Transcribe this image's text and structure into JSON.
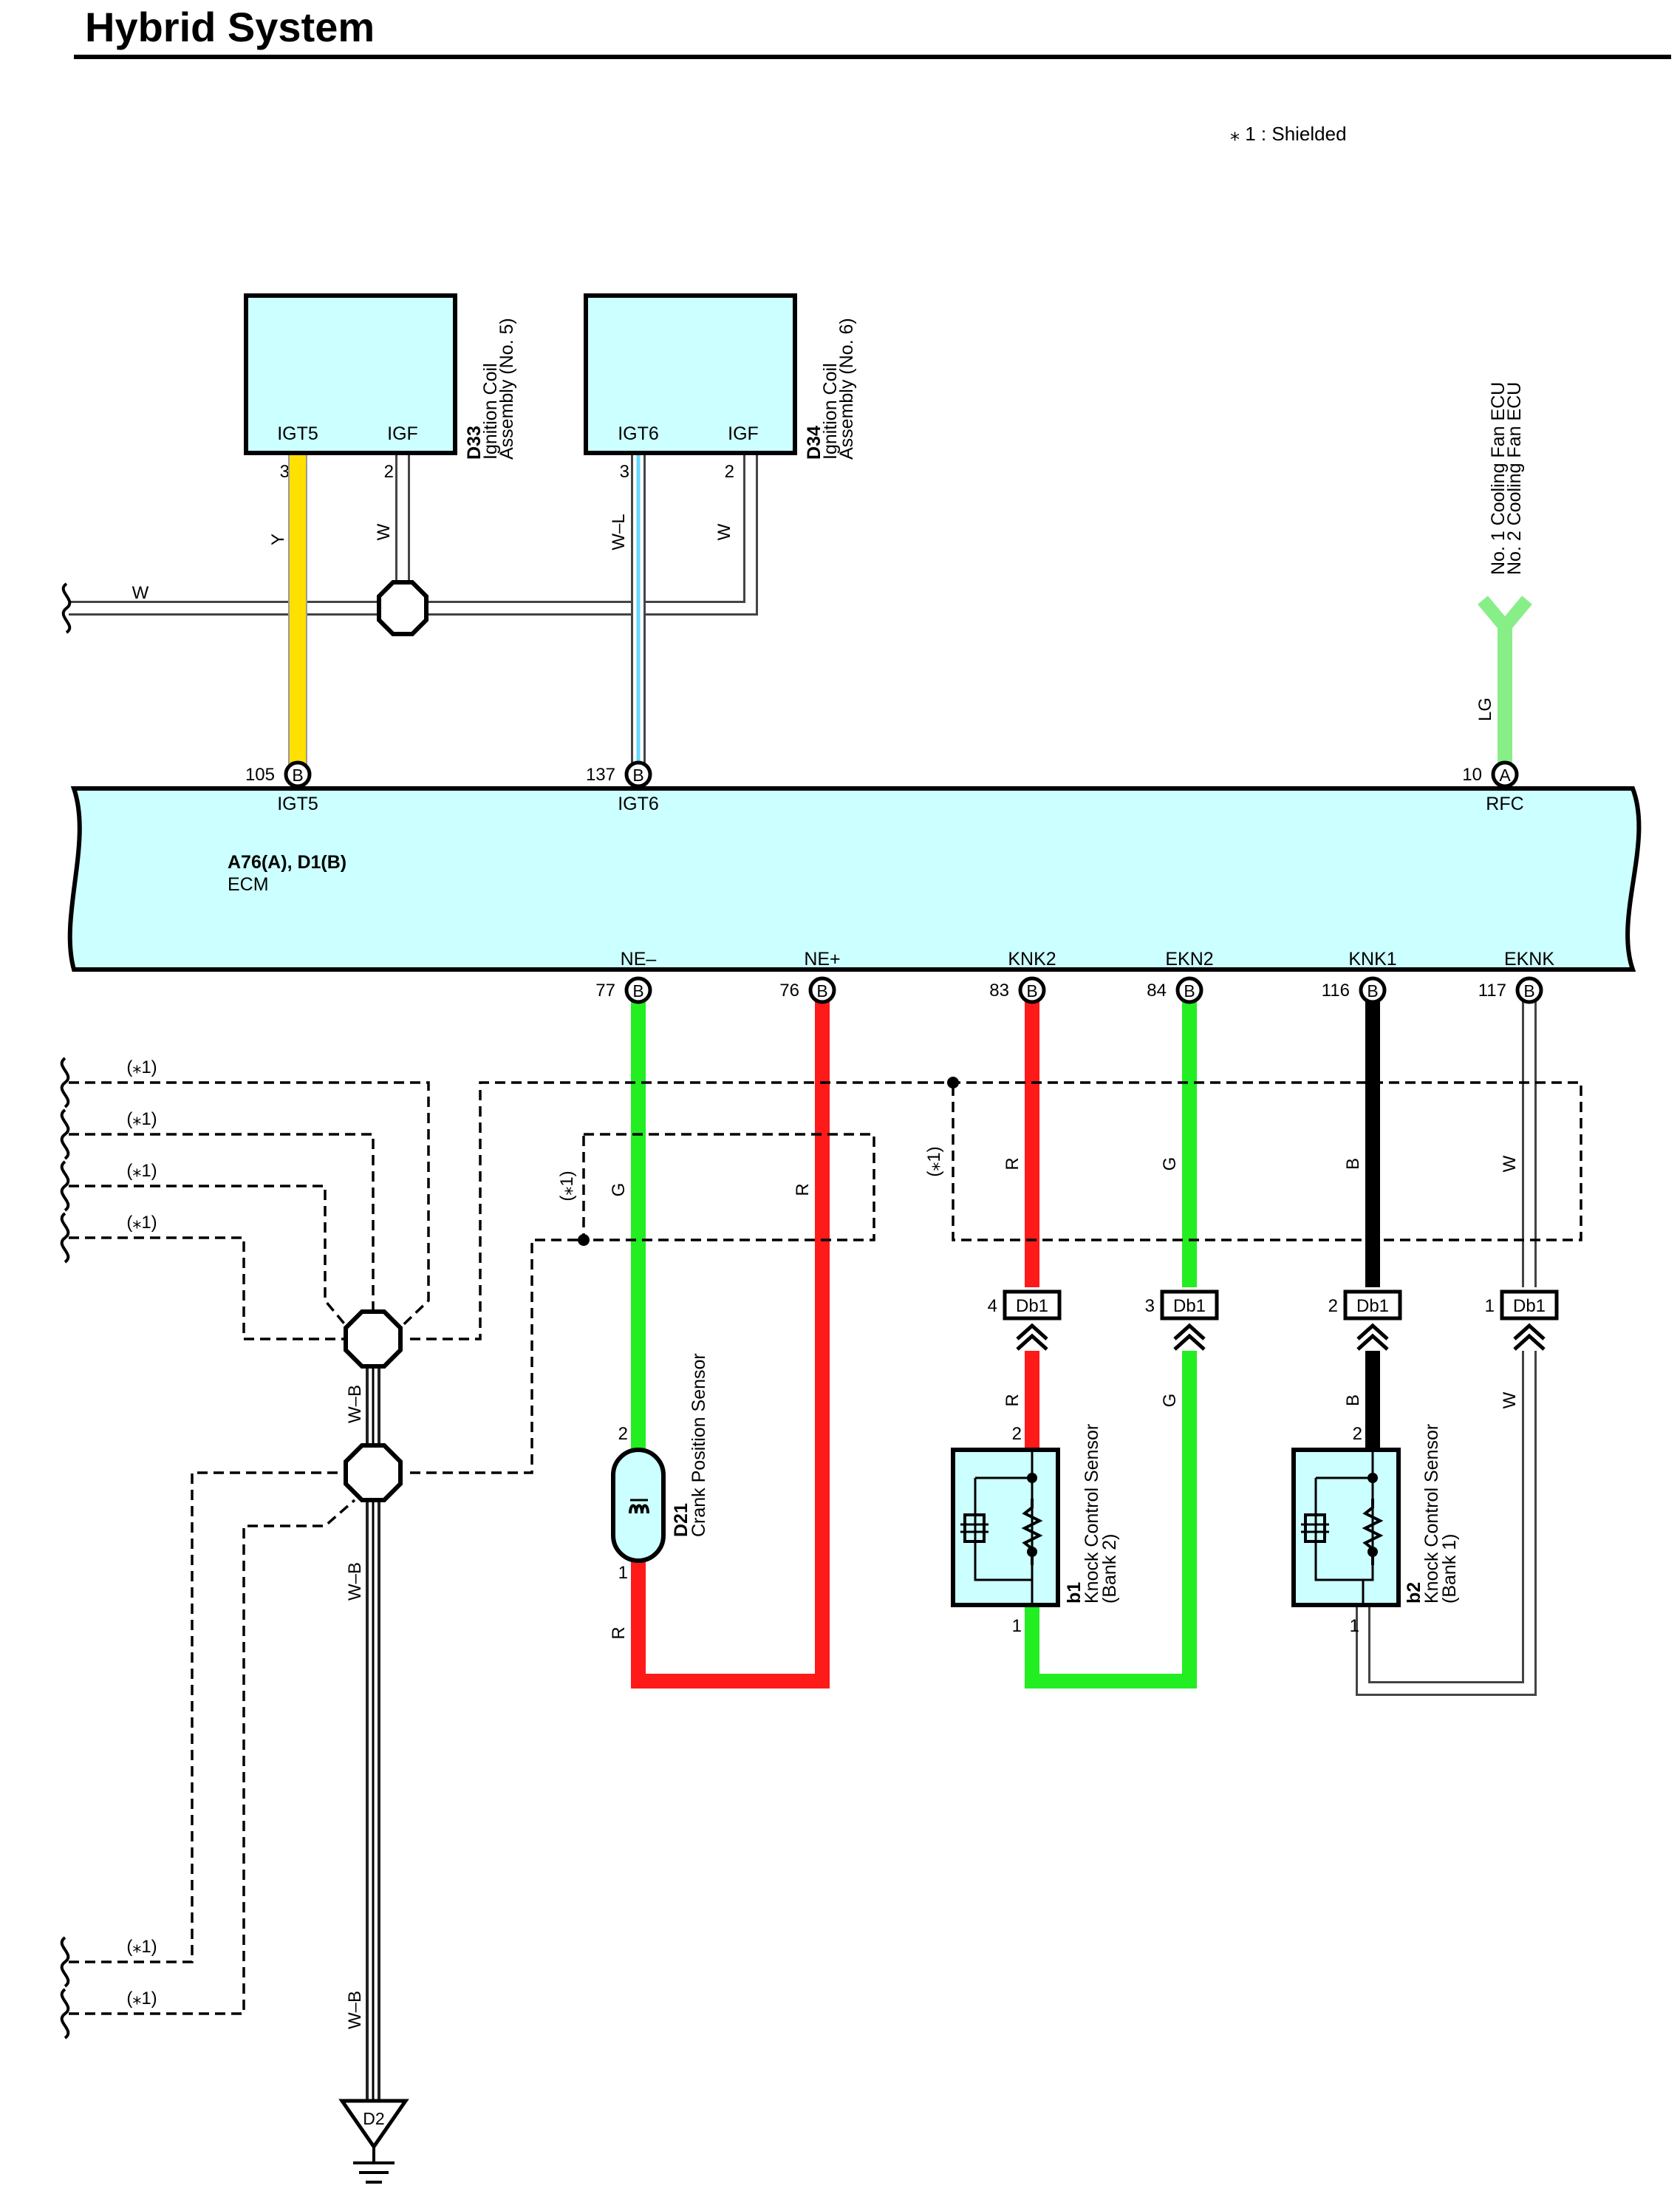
{
  "page": {
    "title": "Hybrid System",
    "note": "⁎ 1 : Shielded"
  },
  "colors": {
    "box_fill": "#ccffff",
    "Y": "#ffe000",
    "W": "#ffffff",
    "W_L": "#66d9ff",
    "LG": "#88ee88",
    "G": "#22ee22",
    "R": "#ff1a1a",
    "B": "#000000"
  },
  "ecm": {
    "connectors": "A76(A), D1(B)",
    "name": "ECM"
  },
  "coil5": {
    "code": "D33",
    "line1": "Ignition Coil",
    "line2": "Assembly (No.  5)",
    "pin1_name": "IGT5",
    "pin2_name": "IGF",
    "pin1_no": "3",
    "pin2_no": "2"
  },
  "coil6": {
    "code": "D34",
    "line1": "Ignition Coil",
    "line2": "Assembly (No.  6)",
    "pin1_name": "IGT6",
    "pin2_name": "IGF",
    "pin1_no": "3",
    "pin2_no": "2"
  },
  "fan": {
    "line1": "No.  1 Cooling Fan ECU",
    "line2": "No.  2 Cooling Fan ECU"
  },
  "wires": {
    "coil5_igt": "Y",
    "coil5_igf": "W",
    "coil6_igt": "W–L",
    "coil6_igf": "W",
    "igf_bus": "W",
    "fan": "LG",
    "ne_minus": "G",
    "ne_plus": "R",
    "knk2": "R",
    "ekn2": "G",
    "knk1": "B",
    "eknk": "W",
    "knk2_low": "R",
    "ekn2_low": "G",
    "knk1_low": "B",
    "eknk_low": "W",
    "crank_low": "R",
    "ground1": "W–B",
    "ground2": "W–B",
    "ground3": "W–B"
  },
  "ecm_top_pins": [
    {
      "no": "105",
      "conn": "B",
      "name": "IGT5"
    },
    {
      "no": "137",
      "conn": "B",
      "name": "IGT6"
    },
    {
      "no": "10",
      "conn": "A",
      "name": "RFC"
    }
  ],
  "ecm_bottom_pins": [
    {
      "no": "77",
      "conn": "B",
      "name": "NE–"
    },
    {
      "no": "76",
      "conn": "B",
      "name": "NE+"
    },
    {
      "no": "83",
      "conn": "B",
      "name": "KNK2"
    },
    {
      "no": "84",
      "conn": "B",
      "name": "EKN2"
    },
    {
      "no": "116",
      "conn": "B",
      "name": "KNK1"
    },
    {
      "no": "117",
      "conn": "B",
      "name": "EKNK"
    }
  ],
  "db1_connectors": [
    {
      "label": "Db1",
      "pin": "4"
    },
    {
      "label": "Db1",
      "pin": "3"
    },
    {
      "label": "Db1",
      "pin": "2"
    },
    {
      "label": "Db1",
      "pin": "1"
    }
  ],
  "crank": {
    "code": "D21",
    "name": "Crank Position Sensor",
    "pin_top": "2",
    "pin_bottom": "1"
  },
  "knock2": {
    "code": "b1",
    "name": "Knock Control Sensor",
    "bank": "(Bank 2)",
    "pin_top": "2",
    "pin_bottom": "1"
  },
  "knock1": {
    "code": "b2",
    "name": "Knock Control Sensor",
    "bank": "(Bank 1)",
    "pin_top": "2",
    "pin_bottom": "1"
  },
  "shield_labels": {
    "left": "(⁎1)",
    "crank": "(⁎1)",
    "knock": "(⁎1)"
  },
  "ground": {
    "code": "D2"
  }
}
